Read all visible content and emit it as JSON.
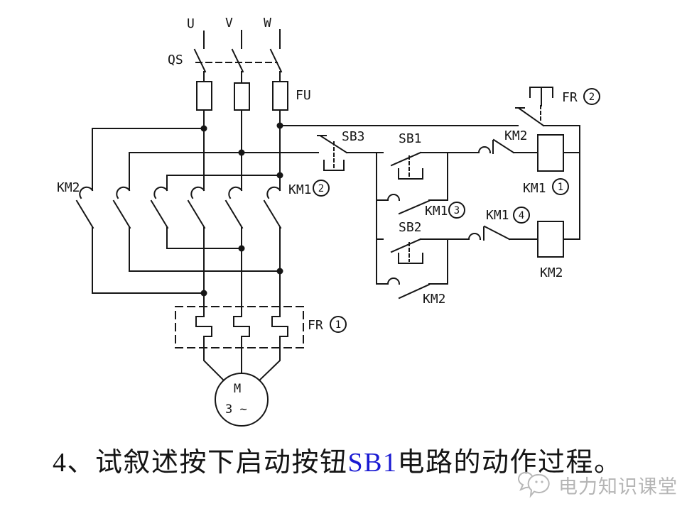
{
  "slide": {
    "background": "#ffffff",
    "line_color": "#161616"
  },
  "diagram": {
    "power": {
      "phase_u": "U",
      "phase_v": "V",
      "phase_w": "W",
      "disconnect_switch": "QS",
      "fuse": "FU"
    },
    "contacts": {
      "km2_main": "KM2",
      "km1_main": {
        "label": "KM1",
        "num": "2"
      },
      "stop_button": "SB3",
      "start_button_fwd": "SB1",
      "start_button_rev": "SB2",
      "km2_interlock": "KM2",
      "km1_selfhold": {
        "label": "KM1",
        "num": "3"
      },
      "km1_interlock": {
        "label": "KM1",
        "num": "4"
      },
      "km2_selfhold": "KM2"
    },
    "coils": {
      "km1": {
        "label": "KM1",
        "num": "1"
      },
      "km2": "KM2"
    },
    "thermal_relay": {
      "trip_contact": {
        "label": "FR",
        "num": "2"
      },
      "heater": {
        "label": "FR",
        "num": "1"
      }
    },
    "motor": {
      "letter": "M",
      "phases": "3 ~"
    }
  },
  "caption": {
    "lead": "4、试叙述按下启动按钮",
    "highlight": "SB1",
    "tail": "电路的动作过程。",
    "text_color": "#141414",
    "highlight_color": "#1a1ad2"
  },
  "watermark": {
    "icon": "chat-bubbles-icon",
    "text": "电力知识课堂",
    "color": "#b5b5b5"
  }
}
